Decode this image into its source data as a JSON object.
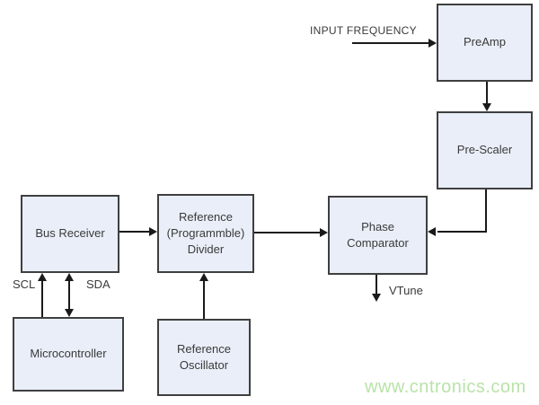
{
  "diagram": {
    "blocks": {
      "preamp": "PreAmp",
      "prescaler": "Pre-Scaler",
      "bus_receiver": "Bus Receiver",
      "reference_divider": "Reference (Programmble) Divider",
      "phase_comparator": "Phase Comparator",
      "microcontroller": "Microcontroller",
      "reference_oscillator": "Reference Oscillator"
    },
    "labels": {
      "input_frequency": "INPUT FREQUENCY",
      "scl": "SCL",
      "sda": "SDA",
      "vtune": "VTune"
    },
    "watermark": "www.cntronics.com",
    "colors": {
      "block_fill": "#e9eef8",
      "block_border": "#3f3f3f",
      "connector": "#1a1a1a",
      "text": "#3a3a3a",
      "watermark": "#b9e3a8",
      "background": "#ffffff"
    }
  }
}
